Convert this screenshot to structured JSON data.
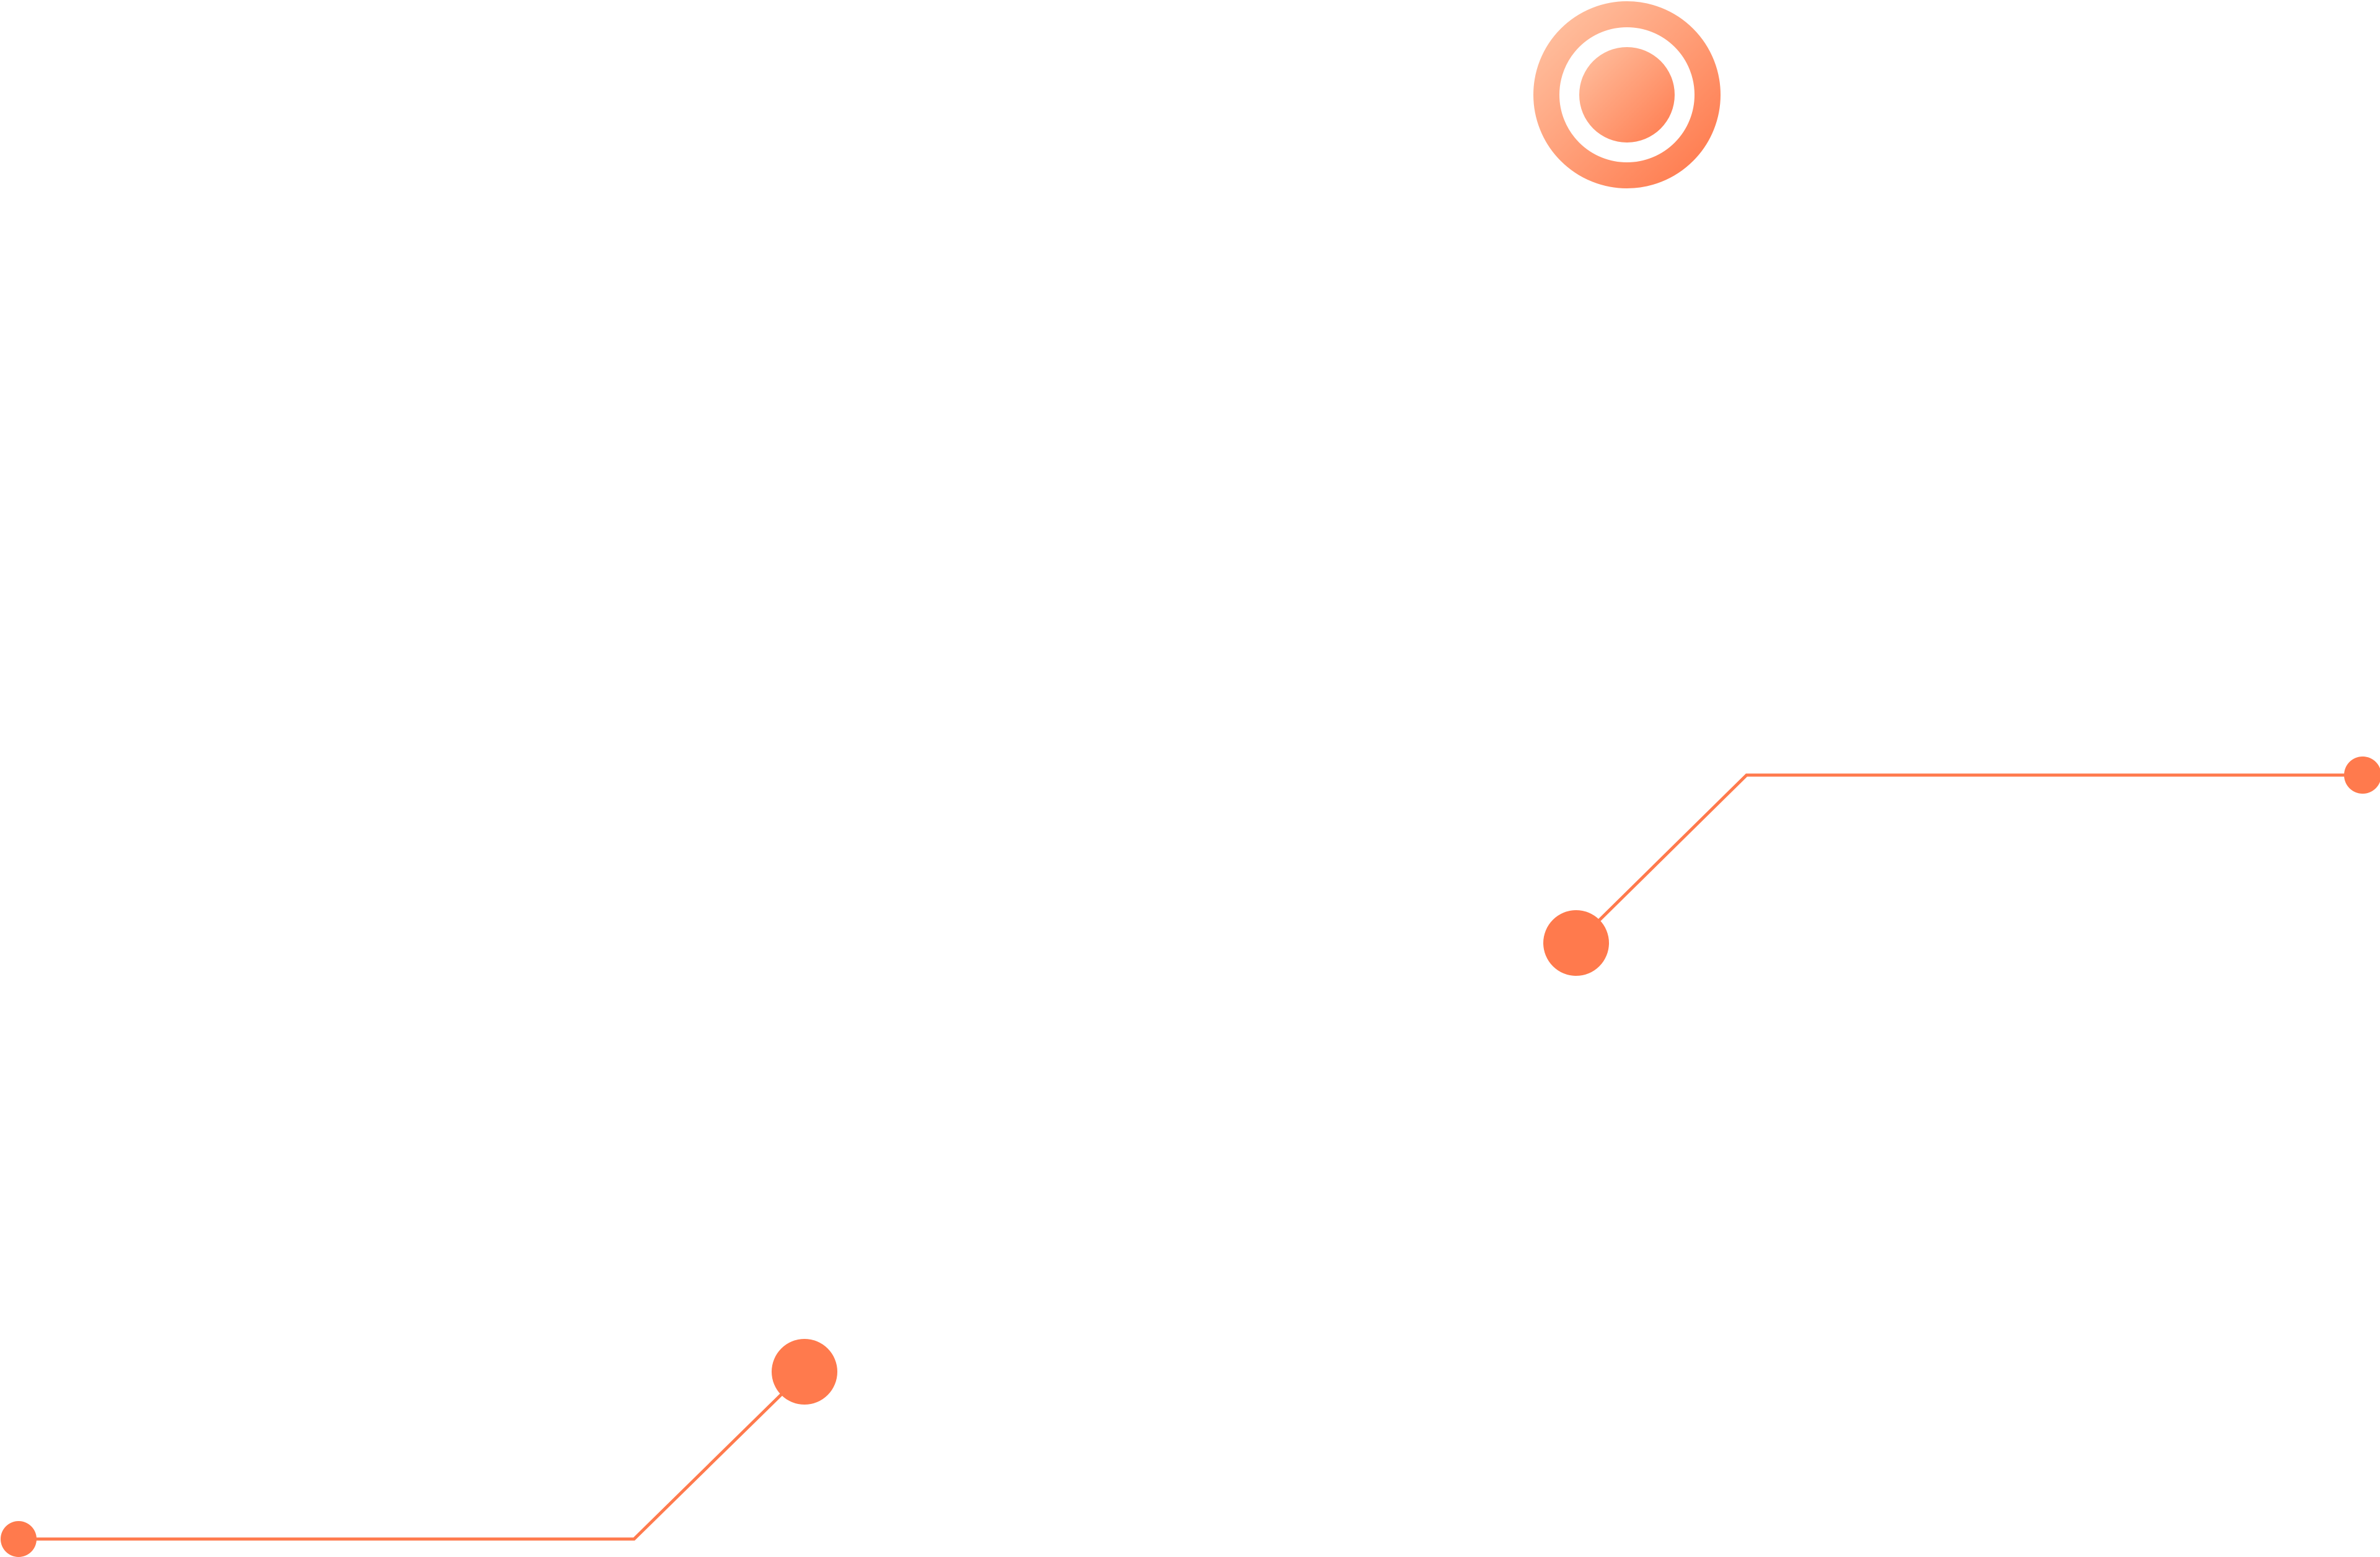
{
  "colors": {
    "accent": "#ff7a4d",
    "accent_light": "#ffc2a2",
    "background": "#ffffff"
  },
  "decorations": [
    {
      "name": "target-ring-icon",
      "kind": "concentric-ring"
    },
    {
      "name": "connector-upper-right",
      "kind": "line-with-nodes"
    },
    {
      "name": "connector-lower-left",
      "kind": "line-with-nodes"
    }
  ]
}
